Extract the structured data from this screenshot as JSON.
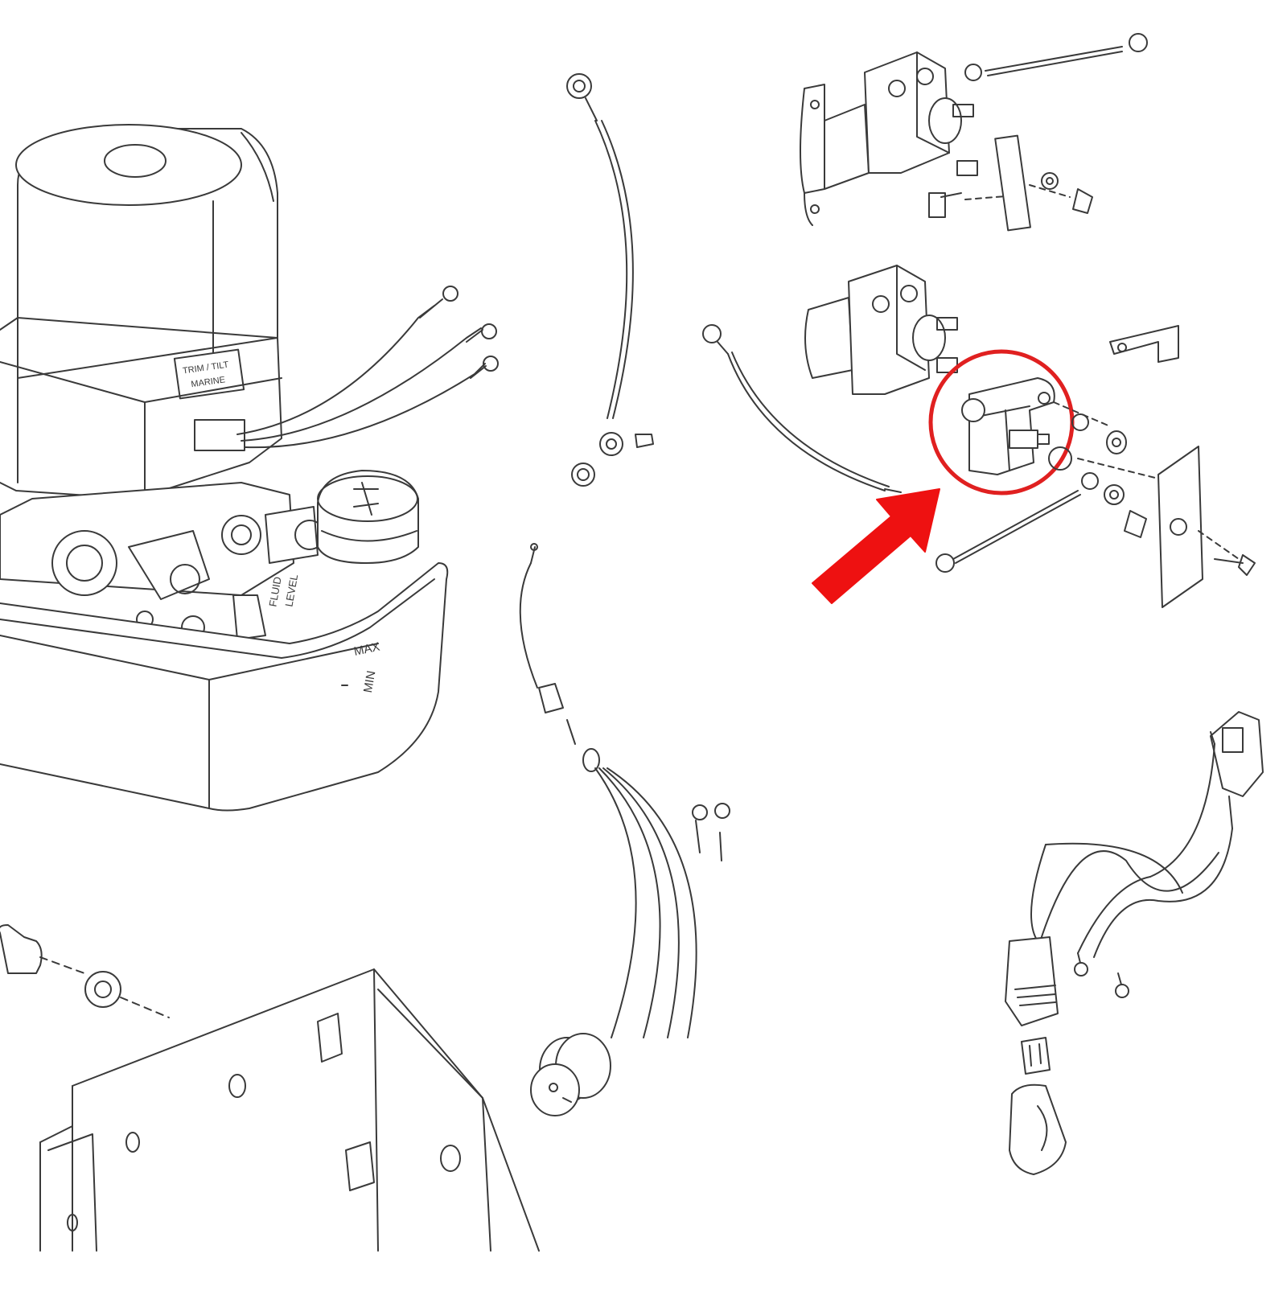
{
  "motor_label": {
    "line1": "TRIM / TILT",
    "line2": "MARINE"
  },
  "reservoir_label": {
    "line1": "FLUID",
    "line2": "LEVEL"
  },
  "level_marks": {
    "max": "MAX",
    "min": "MIN"
  },
  "colors": {
    "line": "#3a3a3a",
    "highlight": "#e02020",
    "arrow": "#ee1111",
    "background": "#ffffff"
  }
}
